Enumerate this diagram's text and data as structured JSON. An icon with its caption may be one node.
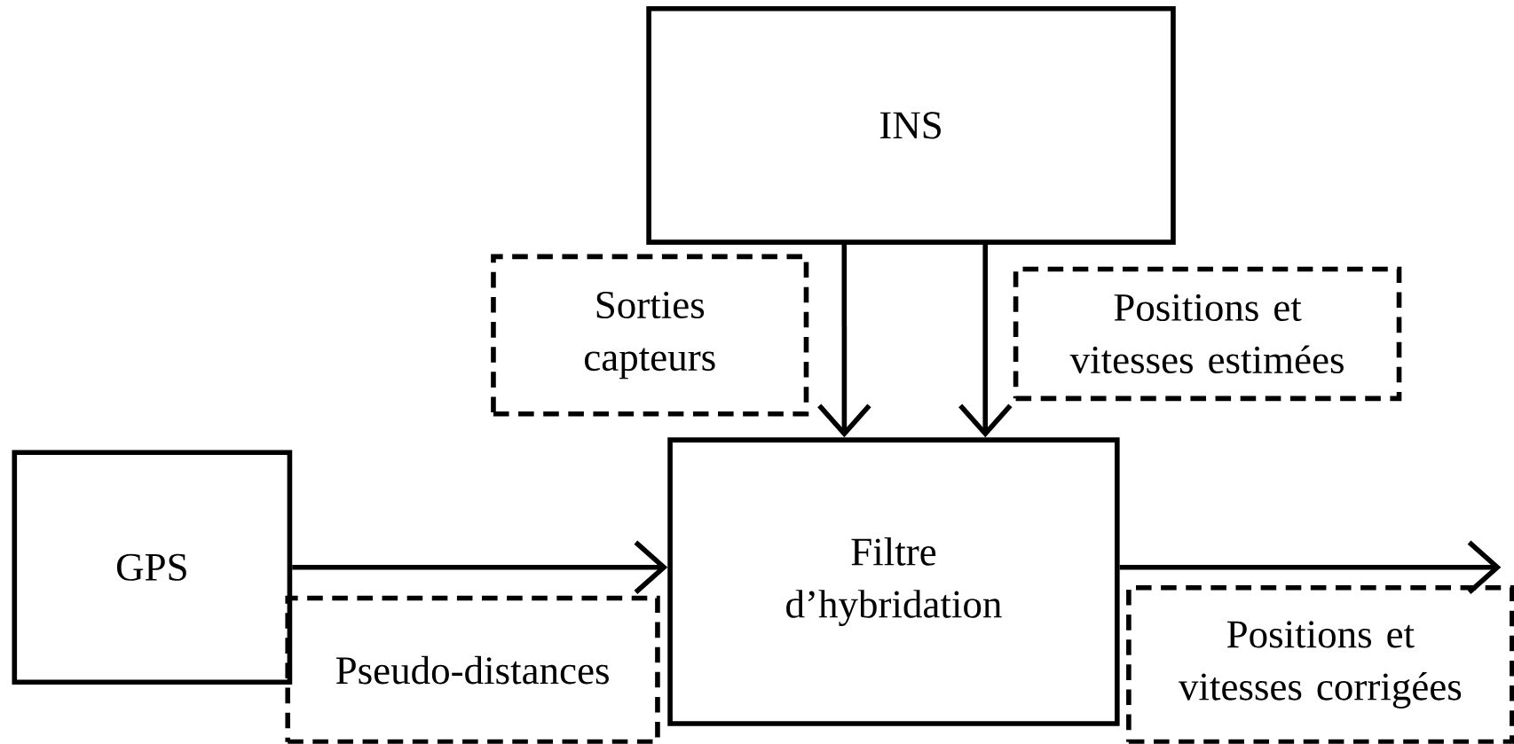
{
  "diagram": {
    "nodes": [
      {
        "text": [
          "INS"
        ]
      },
      {
        "text": [
          "Sorties capteurs"
        ]
      },
      {
        "text": [
          "Positions et vitesses estimées"
        ]
      },
      {
        "text": [
          "GPS"
        ]
      },
      {
        "text": [
          "Filtre d’hybridation"
        ]
      },
      {
        "text": [
          "Pseudo-distances"
        ]
      },
      {
        "text": [
          "Positions et vitesses corrigées"
        ]
      }
    ],
    "edges": [
      {
        "from": 0,
        "to": 4,
        "arrow": "to"
      },
      {
        "from": 0,
        "to": 4,
        "arrow": "to"
      },
      {
        "from": 3,
        "to": 4,
        "arrow": "to"
      },
      {
        "from": 4,
        "to": 6,
        "arrow": "to"
      }
    ]
  }
}
